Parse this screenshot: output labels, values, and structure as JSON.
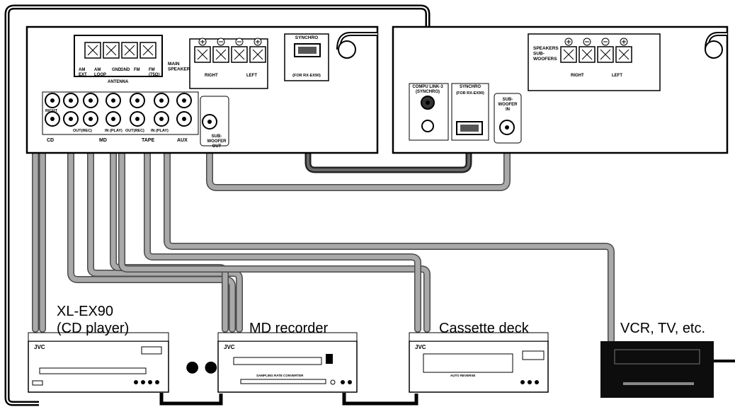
{
  "amplifier": {
    "antenna_terminals": {
      "am_ext": "AM\nEXT",
      "am_loop": "AM\nLOOP",
      "gnd1": "GND",
      "gnd2": "GND",
      "fm": "FM",
      "fm_75": "FM\n(75Ω)",
      "antenna": "ANTENNA"
    },
    "main_speakers": "MAIN\nSPEAKERS",
    "right": "RIGHT",
    "left": "LEFT",
    "synchro": "SYNCHRO",
    "synchro_for": "(FOR RX-EX90)",
    "jack_groups": {
      "right": "RIGHT",
      "cd": "CD",
      "md_out": "OUT(REC)",
      "md": "MD",
      "md_in": "IN (PLAY)",
      "tape_out": "OUT(REC)",
      "tape": "TAPE",
      "tape_in": "IN (PLAY)",
      "aux": "AUX"
    },
    "subwoofer_out": "SUB-\nWOOFER\nOUT"
  },
  "sub_unit": {
    "compu_link": "COMPU LINK-3\n(SYNCHRO)",
    "synchro": "SYNCHRO",
    "synchro_for": "(FOR RX-EX90)",
    "subwoofer_in": "SUB-\nWOOFER\nIN",
    "speakers_subwoofers": "SPEAKERS\nSUB-\nWOOFERS",
    "right": "RIGHT",
    "left": "LEFT"
  },
  "devices": [
    {
      "label_line1": "XL-EX90",
      "label_line2": "(CD player)",
      "brand": "JVC"
    },
    {
      "label_line1": "MD recorder",
      "label_line2": "",
      "brand": "JVC",
      "subtitle": "SAMPLING RATE CONVERTER"
    },
    {
      "label_line1": "Cassette deck",
      "label_line2": "",
      "brand": "JVC",
      "subtitle": "AUTO REVERSE"
    },
    {
      "label_line1": "VCR, TV, etc.",
      "label_line2": ""
    }
  ],
  "ellipsis": "● ● ●",
  "colors": {
    "cable_gray": "#a9a9a9",
    "cable_dark": "#222222",
    "line": "#000000"
  }
}
